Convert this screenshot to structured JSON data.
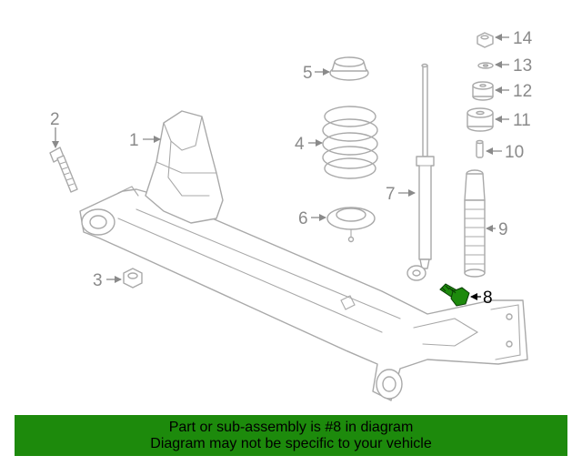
{
  "banner": {
    "line1": "Part or sub-assembly is #8 in diagram",
    "line2": "Diagram may not be specific to your vehicle"
  },
  "highlight_color": "#1d8a0c",
  "highlighted_part": "8",
  "callouts": {
    "c1": "1",
    "c2": "2",
    "c3": "3",
    "c4": "4",
    "c5": "5",
    "c6": "6",
    "c7": "7",
    "c8": "8",
    "c9": "9",
    "c10": "10",
    "c11": "11",
    "c12": "12",
    "c13": "13",
    "c14": "14"
  }
}
